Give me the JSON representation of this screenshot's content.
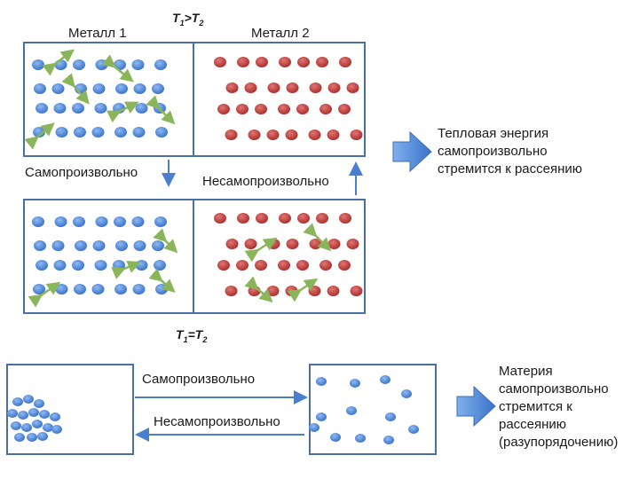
{
  "top": {
    "metal1_label": "Металл 1",
    "metal2_label": "Металл 2",
    "condition_before": {
      "T": "T",
      "sub1": "1",
      "op": ">",
      "sub2": "2"
    },
    "condition_after": {
      "T": "T",
      "sub1": "1",
      "op": "=",
      "sub2": "2"
    },
    "spontaneous_label": "Самопроизвольно",
    "nonspontaneous_label": "Несамопроизвольно",
    "conclusion": "Тепловая энергия\nсамопроизвольно\nстремится к рассеянию"
  },
  "bottom": {
    "spontaneous_label": "Самопроизвольно",
    "nonspontaneous_label": "Несамопроизвольно",
    "conclusion": "Материя\nсамопроизвольно\nстремится к\nрассеянию\n(разупорядочению)"
  },
  "colors": {
    "frame": "#4a6fa5",
    "blue_particle": "#4f86d9",
    "red_particle": "#c0413f",
    "motion_arrow": "#8bb55a",
    "flow_arrow": "#4a7fd0"
  }
}
